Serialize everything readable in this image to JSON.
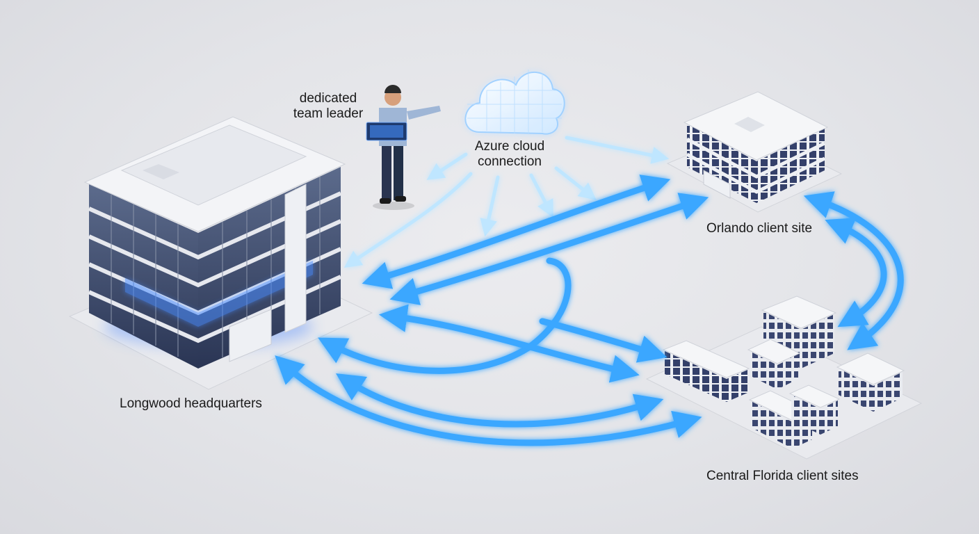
{
  "labels": {
    "team_leader": "dedicated team leader",
    "cloud": "Azure cloud connection",
    "hq": "Longwood headquarters",
    "orlando": "Orlando client site",
    "central": "Central Florida client sites"
  },
  "colors": {
    "background": "#e3e4e8",
    "arrow_blue": "#3aa7ff",
    "arrow_glow": "#9fd4ff",
    "cloud_arrow": "#bfe6ff",
    "building_light": "#f4f5f8",
    "building_side": "#c9ccd4",
    "window_dark": "#2d3a5c",
    "server_glow": "#2f6bff"
  },
  "icons": {
    "cloud": "cloud-icon",
    "person": "team-leader-figure",
    "hq": "headquarters-building",
    "orlando": "orlando-building",
    "central": "client-buildings-cluster"
  }
}
